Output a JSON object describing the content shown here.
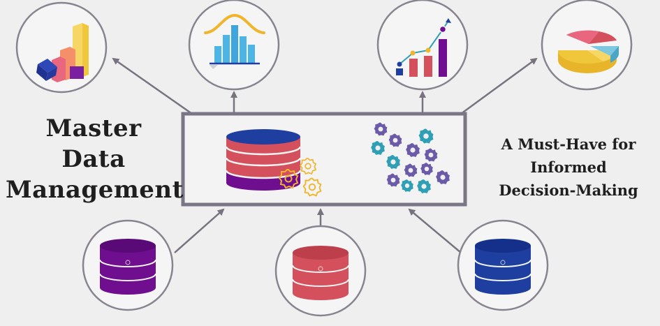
{
  "title": {
    "line1": "Master",
    "line2": "Data",
    "line3": "Management"
  },
  "tagline": {
    "line1": "A Must-Have for",
    "line2": "Informed",
    "line3": "Decision-Making"
  },
  "colors": {
    "background": "#efefef",
    "frame": "#7a7686",
    "arrow": "#77737f",
    "purple": "#6f0f8f",
    "red": "#d4505c",
    "blue": "#1f3fa0",
    "teal": "#3aa0b8",
    "yellow": "#f0c73a",
    "gear_purple": "#6b5aa8",
    "gear_teal": "#2f9fb5"
  },
  "icons": {
    "output_nodes": [
      "bar-chart-3d-icon",
      "bell-curve-histogram-icon",
      "growth-chart-icon",
      "pie-chart-3d-icon"
    ],
    "hub": [
      "database-stack-icon",
      "gears-icon",
      "gear-cluster-icon"
    ],
    "input_nodes": [
      "purple-database-icon",
      "red-database-icon",
      "blue-database-icon"
    ]
  }
}
